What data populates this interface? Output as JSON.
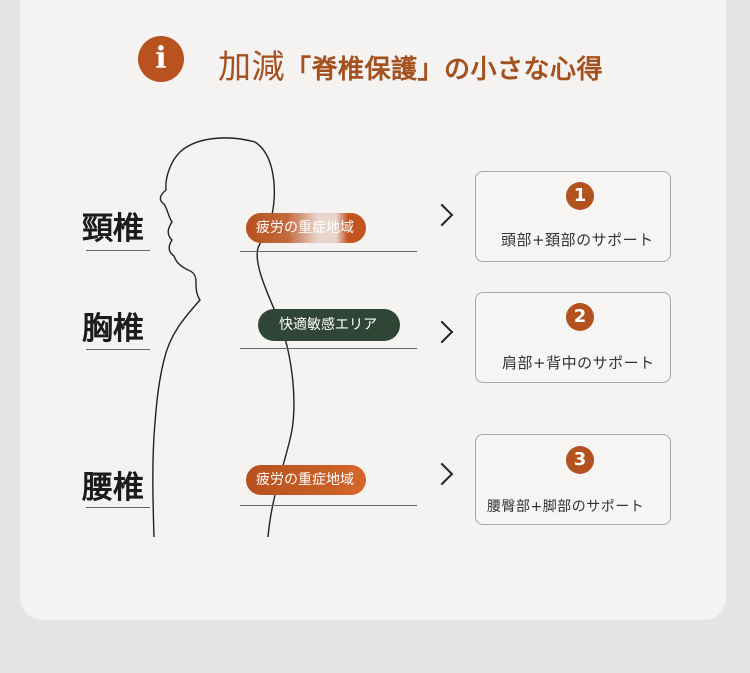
{
  "title": {
    "info_glyph": "i",
    "main": "加減",
    "sub": "「脊椎保護」の小さな心得"
  },
  "regions": [
    {
      "label": "頸椎",
      "pill": "疲労の重症地域",
      "pill_color": "#c25a24",
      "step": "1",
      "box_text": "頭部+頚部のサポート"
    },
    {
      "label": "胸椎",
      "pill": "快適敏感エリア",
      "pill_color": "#2f4536",
      "step": "2",
      "box_text": "肩部+背中のサポート"
    },
    {
      "label": "腰椎",
      "pill": "疲労の重症地域",
      "pill_color": "#c25a24",
      "step": "3",
      "box_text": "腰臀部+脚部のサポート"
    }
  ],
  "colors": {
    "accent": "#b3521f",
    "green": "#2f4536",
    "background": "#f4f3f1"
  },
  "icons": {
    "info": "info-icon",
    "chevron": "chevron-right-icon"
  }
}
